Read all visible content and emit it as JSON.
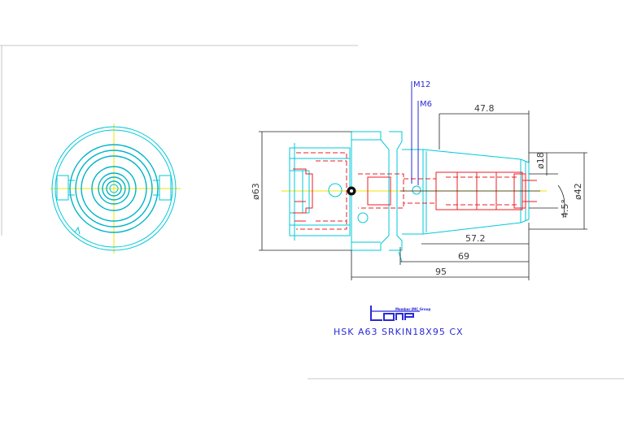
{
  "dimensions": {
    "d63": "ø63",
    "d42": "ø42",
    "d18": "ø18",
    "angle": "4.5°",
    "l47_8": "47.8",
    "l57_2": "57.2",
    "l69": "69",
    "l95": "95"
  },
  "labels": {
    "m12": "M12",
    "m6": "M6"
  },
  "logo": {
    "tagline": "Member IMC Group"
  },
  "title": "HSK  A63  SRKIN18X95  CX",
  "colors": {
    "outline": "#00c8d8",
    "hidden": "#ee1c24",
    "centerline": "#f2e600",
    "dimension": "#2a2ad8"
  }
}
